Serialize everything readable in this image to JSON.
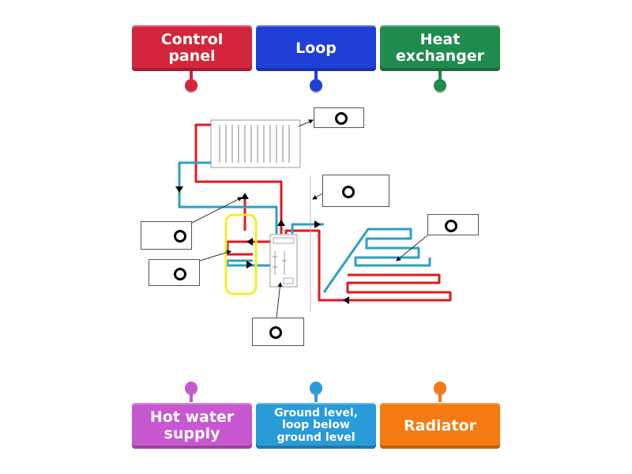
{
  "tiles_top": [
    {
      "label": "Control panel",
      "color": "#d3263c"
    },
    {
      "label": "Loop",
      "color": "#1f3fd6"
    },
    {
      "label": "Heat exchanger",
      "color": "#1f8b4c"
    }
  ],
  "tiles_bottom": [
    {
      "label": "Hot water supply",
      "color": "#c758cf"
    },
    {
      "label": "Ground level, loop below ground level",
      "color": "#2a9bd9"
    },
    {
      "label": "Radiator",
      "color": "#f57a10"
    }
  ],
  "colors": {
    "hot_pipe": "#e0191f",
    "cold_pipe": "#2f9fc4",
    "tank": "#f0f02a",
    "leader": "#333333"
  },
  "icons": {
    "drop_slot": "hollow-circle-icon",
    "pin": "filled-circle-pin-icon"
  }
}
